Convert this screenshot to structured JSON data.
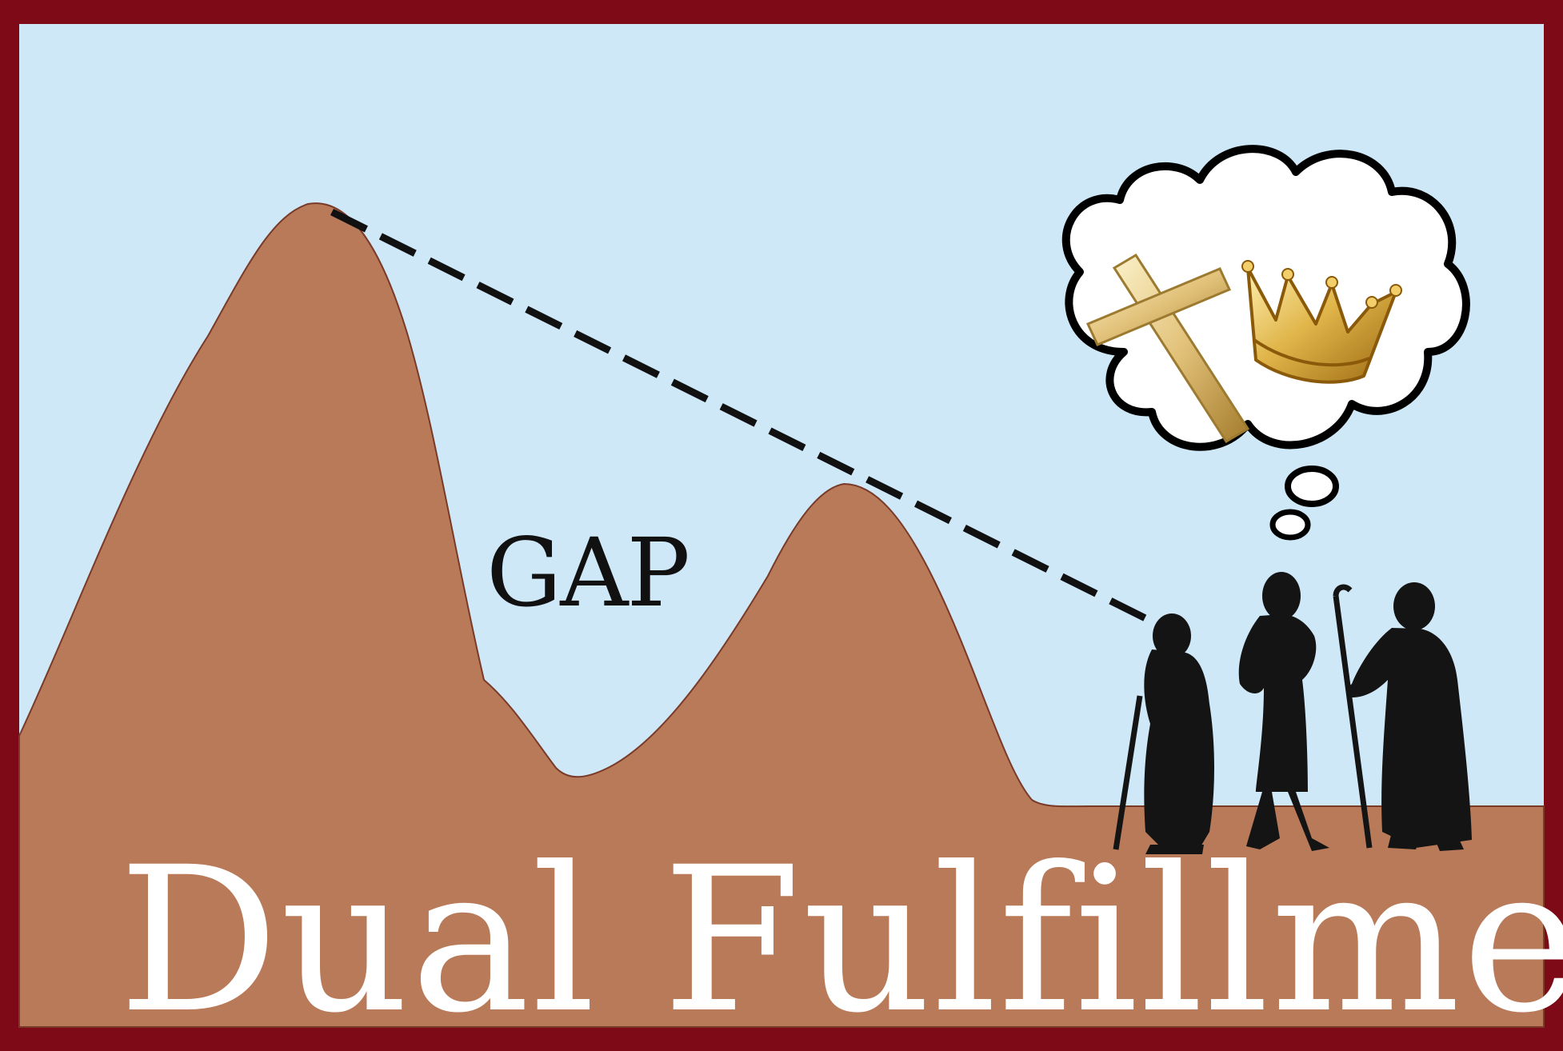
{
  "diagram": {
    "gap_label": "GAP",
    "title": "Dual Fulfillment",
    "thought_icons": [
      "cross-icon",
      "crown-icon"
    ],
    "figures": [
      "prophet-figure-1",
      "prophet-figure-2",
      "prophet-figure-3"
    ]
  },
  "colors": {
    "border": "#7d0a16",
    "sky": "#cfe8f8",
    "ground": "#b87a58",
    "title_text": "#ffffff",
    "gap_text": "#111111",
    "dashed_line": "#111111",
    "silhouette": "#141414",
    "cloud_fill": "#ffffff",
    "cloud_stroke": "#000000",
    "gold": "#d4a53a"
  }
}
